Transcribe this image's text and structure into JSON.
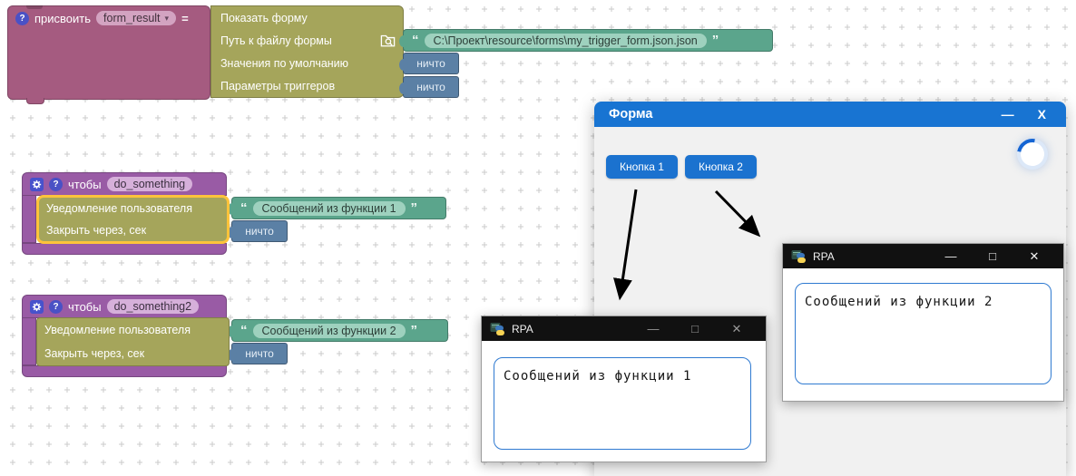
{
  "symbols": {
    "help": "?",
    "dropdown_arrow": "▾",
    "quote_open": "“",
    "quote_close": "”"
  },
  "assign_block": {
    "keyword": "присвоить",
    "variable": "form_result",
    "equals": "=",
    "action": {
      "title": "Показать форму",
      "rows": [
        {
          "label": "Путь к файлу формы",
          "value_type": "string",
          "value": "C:\\Проект\\resource\\forms\\my_trigger_form.json.json"
        },
        {
          "label": "Значения по умолчанию",
          "value_type": "null",
          "value": "ничто"
        },
        {
          "label": "Параметры триггеров",
          "value_type": "null",
          "value": "ничто"
        }
      ]
    }
  },
  "functions": [
    {
      "keyword": "чтобы",
      "name": "do_something",
      "selected": true,
      "rows": [
        {
          "label": "Уведомление пользователя",
          "value_type": "string",
          "value": "Сообщений из функции 1"
        },
        {
          "label": "Закрыть через, сек",
          "value_type": "null",
          "value": "ничто"
        }
      ]
    },
    {
      "keyword": "чтобы",
      "name": "do_something2",
      "selected": false,
      "rows": [
        {
          "label": "Уведомление пользователя",
          "value_type": "string",
          "value": "Сообщений из функции 2"
        },
        {
          "label": "Закрыть через, сек",
          "value_type": "null",
          "value": "ничто"
        }
      ]
    }
  ],
  "form_window": {
    "title": "Форма",
    "minimize": "—",
    "close": "X",
    "buttons": [
      {
        "label": "Кнопка 1"
      },
      {
        "label": "Кнопка 2"
      }
    ]
  },
  "rpa_windows": [
    {
      "title": "RPA",
      "minimize": "—",
      "maximize": "□",
      "close": "✕",
      "message": "Сообщений из функции 1"
    },
    {
      "title": "RPA",
      "minimize": "—",
      "maximize": "□",
      "close": "✕",
      "message": "Сообщений из функции 2"
    }
  ],
  "colors": {
    "variable-block": "#a55b80",
    "procedure-block": "#995ba5",
    "action-block": "#a5a55b",
    "string-block": "#5ba58c",
    "null-block": "#5b80a5",
    "selection-yellow": "#fdc33b",
    "titlebar-blue": "#1874d2",
    "button-blue": "#1b72cf",
    "rpa-titlebar": "#111111",
    "message-border": "#2f7ad1"
  }
}
